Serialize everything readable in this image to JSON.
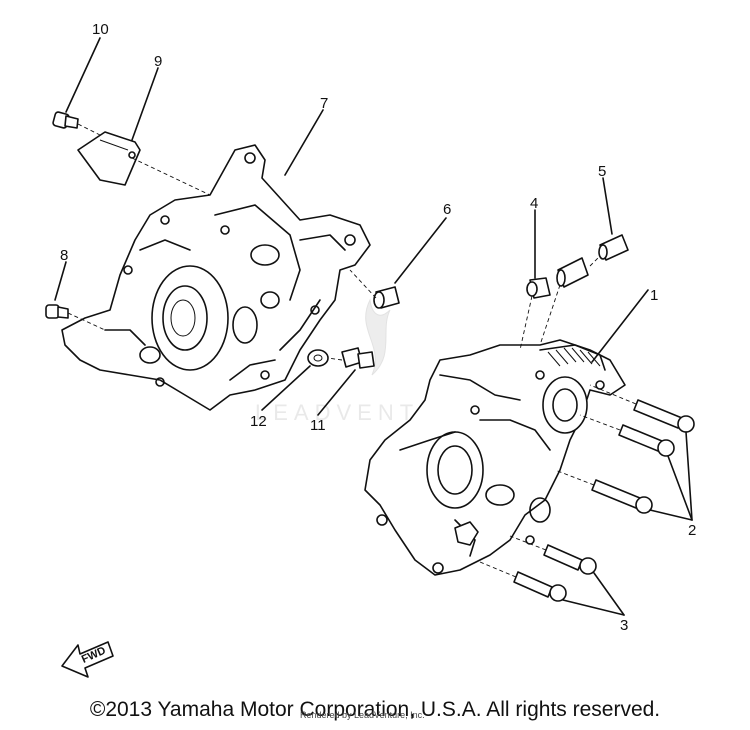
{
  "callouts": {
    "c1": "1",
    "c2": "2",
    "c3": "3",
    "c4": "4",
    "c5": "5",
    "c6": "6",
    "c7": "7",
    "c8": "8",
    "c9": "9",
    "c10": "10",
    "c11": "11",
    "c12": "12"
  },
  "fwd_label": "FWD",
  "watermark": {
    "brand": "LEADVENTURE"
  },
  "rendered_by": "Rendered by LeadVenture, Inc.",
  "copyright": "©2013 Yamaha Motor Corporation, U.S.A. All rights reserved."
}
